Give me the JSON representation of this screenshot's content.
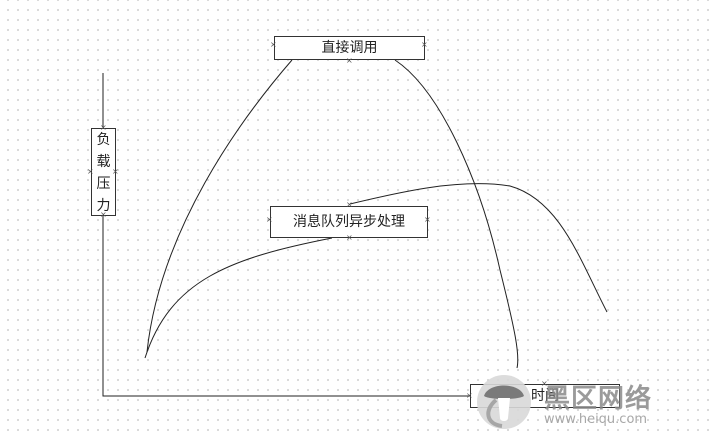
{
  "boxes": {
    "direct_call": "直接调用",
    "message_queue": "消息队列异步处理",
    "load_pressure": [
      "负",
      "载",
      "压",
      "力"
    ],
    "time": "时间"
  },
  "watermark": {
    "title": "黑区网络",
    "site": "www.heiqu.com"
  },
  "colors": {
    "line": "#222222",
    "grid_dot": "#b8b8b8",
    "watermark": "#8a8a8a"
  }
}
